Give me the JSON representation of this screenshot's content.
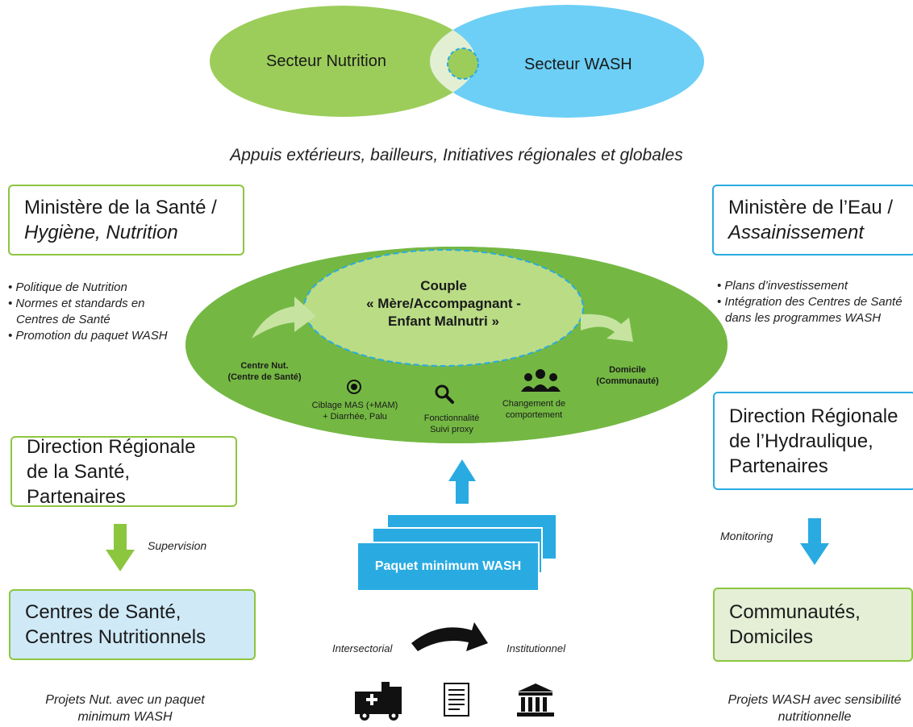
{
  "top": {
    "nutrition_sector": "Secteur Nutrition",
    "wash_sector": "Secteur WASH"
  },
  "subtitle": "Appuis extérieurs, bailleurs, Initiatives régionales et globales",
  "left": {
    "ministry_line1": "Ministère de la Santé /",
    "ministry_line2": "Hygiène, Nutrition",
    "bullets": [
      "• Politique de Nutrition",
      "• Normes et standards en Centres de Santé",
      "• Promotion du paquet WASH"
    ],
    "regional": "Direction Régionale de la Santé, Partenaires",
    "arrow_label": "Supervision",
    "centres": "Centres de Santé, Centres Nutritionnels",
    "footer": "Projets Nut. avec un paquet minimum WASH"
  },
  "right": {
    "ministry_line1": "Ministère de l’Eau /",
    "ministry_line2": "Assainissement",
    "bullets": [
      "• Plans d’investissement",
      "• Intégration des Centres de Santé dans les programmes WASH"
    ],
    "regional": "Direction Régionale de l’Hydraulique, Partenaires",
    "arrow_label": "Monitoring",
    "communities": "Communautés, Domiciles",
    "footer": "Projets WASH avec sensibilité nutritionnelle"
  },
  "center": {
    "couple_title": "Couple",
    "couple_line2": "« Mère/Accompagnant -",
    "couple_line3": "Enfant Malnutri »",
    "centre_nut": "Centre Nut.",
    "centre_sante": "(Centre de Santé)",
    "domicile": "Domicile",
    "communaute": "(Communauté)",
    "ciblage_1": "Ciblage MAS (+MAM)",
    "ciblage_2": "+ Diarrhée, Palu",
    "fonct_1": "Fonctionnalité",
    "fonct_2": "Suivi proxy",
    "chang_1": "Changement de",
    "chang_2": "comportement",
    "paquet": "Paquet minimum WASH",
    "intersectorial": "Intersectorial",
    "institutionnel": "Institutionnel"
  },
  "icons": {
    "target": "target-icon",
    "search": "magnifier-icon",
    "people": "people-group-icon",
    "ambulance": "ambulance-icon",
    "document": "document-icon",
    "institution": "institution-building-icon"
  },
  "colors": {
    "green": "#8cc63f",
    "light_green": "#b9dc85",
    "blue": "#29abe2",
    "light_blue": "#6dcff6",
    "dark_green": "#6aa84f"
  }
}
